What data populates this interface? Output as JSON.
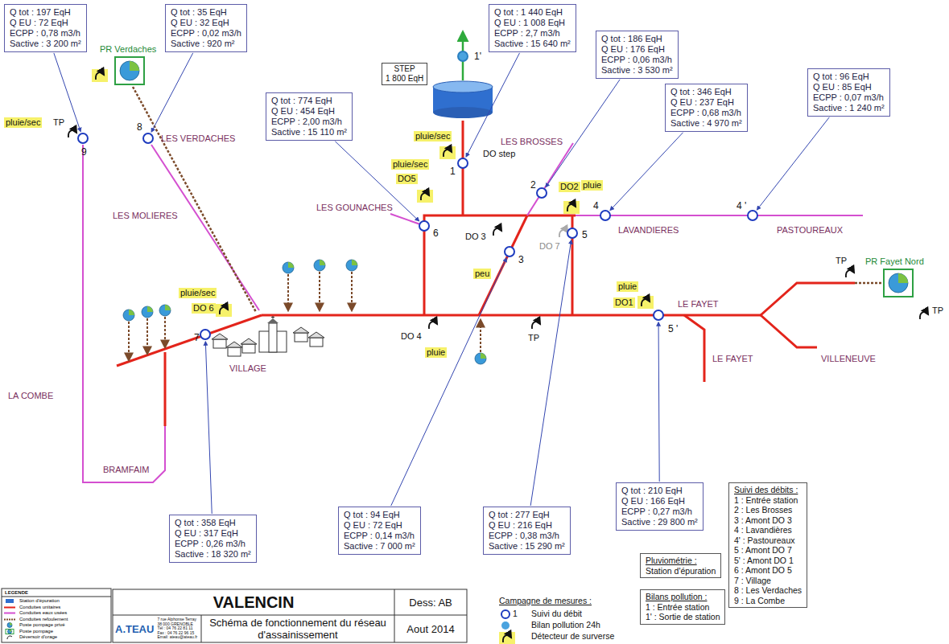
{
  "diagram": {
    "title": "VALENCIN",
    "nodes": [
      {
        "text": [
          "Q tot : 197 EqH",
          "Q EU : 72 EqH",
          "ECPP : 0,78 m3/h",
          "Sactive : 3 200 m²"
        ]
      },
      {
        "text": [
          "Q tot : 35 EqH",
          "Q EU : 32 EqH",
          "ECPP : 0,02 m3/h",
          "Sactive : 920 m²"
        ]
      },
      {
        "text": [
          "STEP",
          "1 800 EqH"
        ]
      },
      {
        "text": [
          "Q tot : 1 440 EqH",
          "Q EU : 1 008 EqH",
          "ECPP : 2,7 m3/h",
          "Sactive : 15 640 m²"
        ]
      },
      {
        "text": [
          "Q tot : 186 EqH",
          "Q EU : 176 EqH",
          "ECPP : 0,06 m3/h",
          "Sactive : 3 530 m²"
        ]
      },
      {
        "text": [
          "Q tot : 346 EqH",
          "Q EU : 237 EqH",
          "ECPP : 0,68 m3/h",
          "Sactive : 4 970 m²"
        ]
      },
      {
        "text": [
          "Q tot : 96 EqH",
          "Q EU : 85 EqH",
          "ECPP : 0,07 m3/h",
          "Sactive : 1 240 m²"
        ]
      },
      {
        "text": [
          "Q tot : 774 EqH",
          "Q EU : 454 EqH",
          "ECPP : 2,00 m3/h",
          "Sactive : 15 110 m²"
        ]
      },
      {
        "text": [
          "PR Verdaches"
        ]
      },
      {
        "text": [
          "9"
        ]
      },
      {
        "text": [
          "8"
        ]
      },
      {
        "text": [
          "1'"
        ]
      },
      {
        "text": [
          "1"
        ]
      },
      {
        "text": [
          "2"
        ]
      },
      {
        "text": [
          "6"
        ]
      },
      {
        "text": [
          "5"
        ]
      },
      {
        "text": [
          "4"
        ]
      },
      {
        "text": [
          "4 '"
        ]
      },
      {
        "text": [
          "3"
        ]
      },
      {
        "text": [
          "PR Fayet Nord"
        ]
      },
      {
        "text": [
          "7"
        ]
      },
      {
        "text": [
          "5 '"
        ]
      },
      {
        "text": [
          "Q tot : 358 EqH",
          "Q EU : 317 EqH",
          "ECPP : 0,26 m3/h",
          "Sactive : 18 320 m²"
        ]
      },
      {
        "text": [
          "Q tot : 94 EqH",
          "Q EU : 72 EqH",
          "ECPP : 0,14 m3/h",
          "Sactive : 7 000 m²"
        ]
      },
      {
        "text": [
          "Q tot : 277 EqH",
          "Q EU : 216 EqH",
          "ECPP : 0,38 m3/h",
          "Sactive : 15 290 m²"
        ]
      },
      {
        "text": [
          "Q tot : 210 EqH",
          "Q EU : 166 EqH",
          "ECPP : 0,27 m3/h",
          "Sactive : 29 800 m²"
        ]
      },
      {
        "text": [
          "Pluviométrie :",
          "Station d'épuration"
        ]
      },
      {
        "text": [
          "Bilans pollution :",
          "1 : Entrée station",
          "1' : Sortie de station"
        ]
      },
      {
        "text": [
          "Suivi des débits :",
          "1 : Entrée station",
          "2 : Les Brosses",
          "3 : Amont DO 3",
          "4 : Lavandières",
          "4' : Pastoureaux",
          "5 : Amont DO 7",
          "5' : Amont DO 1",
          "6 : Amont DO 5",
          "7 : Village",
          "8 : Les Verdaches",
          "9 : La Combe"
        ]
      },
      {
        "text": [
          "A.TEAU",
          "7 rue Alphonse Terray 38 000 GRENOBLE Tél : 04 76 22 81 11 Fax : 04 76 22 96 15 Email: ateau@ateau.fr"
        ]
      },
      {
        "text": [
          "Schéma de fonctionnement du réseau d'assainissement"
        ]
      },
      {
        "text": [
          "Dess: AB"
        ]
      },
      {
        "text": [
          "Aout 2014"
        ]
      }
    ],
    "edges": [
      {
        "from": 0,
        "to": 9,
        "arrow": "to"
      },
      {
        "from": 1,
        "to": 10,
        "arrow": "to"
      },
      {
        "from": 3,
        "to": 12,
        "arrow": "to"
      },
      {
        "from": 4,
        "to": 13,
        "arrow": "to"
      },
      {
        "from": 5,
        "to": 16,
        "arrow": "to"
      },
      {
        "from": 6,
        "to": 17,
        "arrow": "to"
      },
      {
        "from": 7,
        "to": 14,
        "arrow": "to"
      },
      {
        "from": 22,
        "to": 20,
        "arrow": "to"
      },
      {
        "from": 23,
        "to": 18,
        "arrow": "to"
      },
      {
        "from": 24,
        "to": 15,
        "arrow": "to"
      },
      {
        "from": 25,
        "to": 21,
        "arrow": "to"
      }
    ],
    "labels": [
      "LES VERDACHES",
      "LES MOLIERES",
      "LA COMBE",
      "BRAMFAIM",
      "VILLAGE",
      "LES GOUNACHES",
      "LES BROSSES",
      "LAVANDIERES",
      "PASTOUREAUX",
      "LE FAYET",
      "LE FAYET",
      "VILLENEUVE",
      "pluie/sec",
      "TP",
      "pluie/sec",
      "DO 6",
      "pluie/sec",
      "DO5",
      "pluie/sec",
      "DO step",
      "DO 3",
      "peu",
      "DO2",
      "pluie",
      "DO 7",
      "DO 4",
      "pluie",
      "TP",
      "pluie",
      "DO1",
      "TP",
      "TP",
      "LEGENDE",
      "Campagne de mesures :",
      "1",
      "Suivi du débit",
      "Bilan pollution 24h",
      "Détecteur de surverse"
    ],
    "legend": [
      {
        "text": "Station d'épuration"
      },
      {
        "text": "Conduites unitaires"
      },
      {
        "text": "Conduites eaux usées"
      },
      {
        "text": "Conduites refoulement"
      },
      {
        "text": "Poste pompage privé"
      },
      {
        "text": "Poste pompage"
      },
      {
        "text": "Déversoir d'orage"
      }
    ]
  }
}
